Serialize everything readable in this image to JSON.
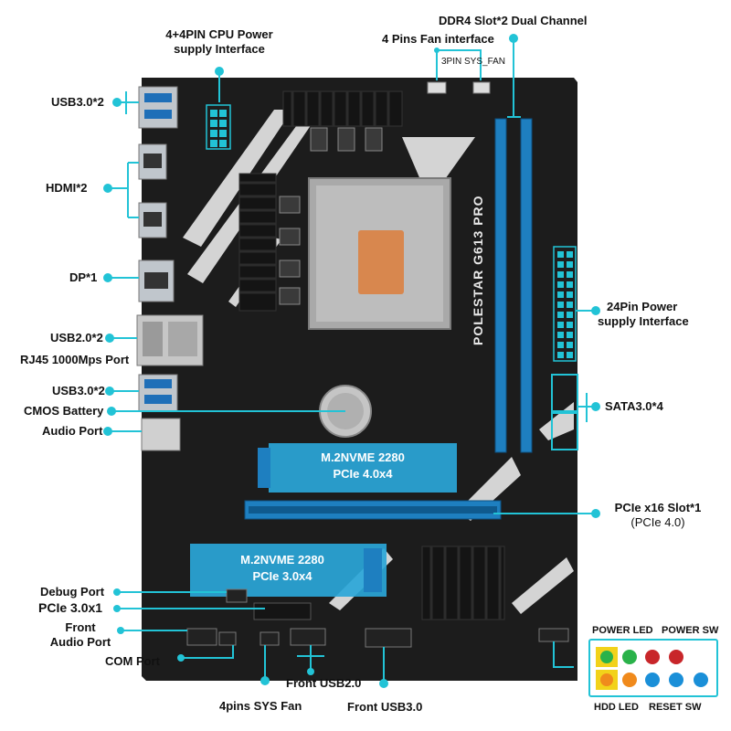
{
  "labels": {
    "cpu_power": [
      "4+4PIN CPU Power",
      "supply Interface"
    ],
    "ddr4": "DDR4 Slot*2 Dual Channel",
    "fan4pin": "4 Pins Fan interface",
    "sysfan3": "3PIN SYS_FAN",
    "usb30_top": "USB3.0*2",
    "hdmi": "HDMI*2",
    "dp": "DP*1",
    "usb20": "USB2.0*2",
    "rj45": "RJ45 1000Mps Port",
    "usb30_mid": "USB3.0*2",
    "cmos": "CMOS Battery",
    "audio": "Audio Port",
    "pwr24": [
      "24Pin Power",
      "supply Interface"
    ],
    "sata": "SATA3.0*4",
    "pcie16": [
      "PCIe x16 Slot*1",
      "(PCIe 4.0)"
    ],
    "debug": "Debug Port",
    "pcie1": "PCIe 3.0x1",
    "front_audio": [
      "Front",
      "Audio Port"
    ],
    "com": "COM Port",
    "sysfan4": "4pins SYS Fan",
    "front_usb2": "Front USB2.0",
    "front_usb3": "Front USB3.0",
    "power_led": "POWER LED",
    "power_sw": "POWER SW",
    "hdd_led": "HDD LED",
    "reset_sw": "RESET SW"
  },
  "m2_slots": [
    {
      "title": "M.2NVME 2280",
      "spec": "PCIe 4.0x4"
    },
    {
      "title": "M.2NVME 2280",
      "spec": "PCIe 3.0x4"
    }
  ],
  "board_silk": "POLESTAR G613 PRO",
  "colors": {
    "accent": "#22c3d6",
    "board": "#1c1c1c",
    "slot_blue": "#1e7fc0",
    "m2_box": "#2aa6d8",
    "pin_yellow": "#f2d21a",
    "pin_green": "#2ab24a",
    "pin_red": "#c8262a",
    "pin_orange": "#f08a1c",
    "pin_blue": "#1a8fd8"
  }
}
